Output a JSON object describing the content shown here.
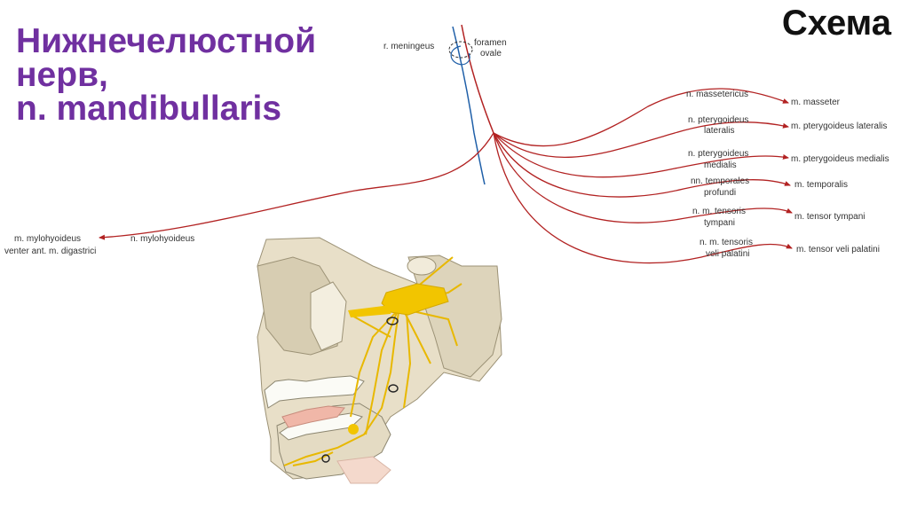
{
  "title": {
    "line1": "Нижнечелюстной",
    "line2": "нерв,",
    "line3": "n. mandibullaris"
  },
  "badge": "Схема",
  "colors": {
    "title": "#7030a0",
    "nerve": "#b22222",
    "vein": "#1f5fa8",
    "yellow_nerve": "#f2c500"
  },
  "labels": {
    "meningeus": "r. meningeus",
    "foramen_1": "foramen",
    "foramen_2": "ovale",
    "branch_masseter": "n. massetericus",
    "target_masseter": "m. masseter",
    "branch_ptlat_1": "n. pterygoideus",
    "branch_ptlat_2": "lateralis",
    "target_ptlat": "m. pterygoideus lateralis",
    "branch_ptmed_1": "n. pterygoideus",
    "branch_ptmed_2": "medialis",
    "target_ptmed": "m. pterygoideus medialis",
    "branch_temp_1": "nn. temporales",
    "branch_temp_2": "profundi",
    "target_temp": "m. temporalis",
    "branch_tymp_1": "n. m. tensoris",
    "branch_tymp_2": "tympani",
    "target_tymp": "m. tensor tympani",
    "branch_veli_1": "n. m. tensoris",
    "branch_veli_2": "veli palatini",
    "target_veli": "m. tensor veli palatini",
    "branch_mylo": "n. mylohyoideus",
    "target_mylo_1": "m. mylohyoideus",
    "target_mylo_2": "venter ant. m. digastrici"
  }
}
